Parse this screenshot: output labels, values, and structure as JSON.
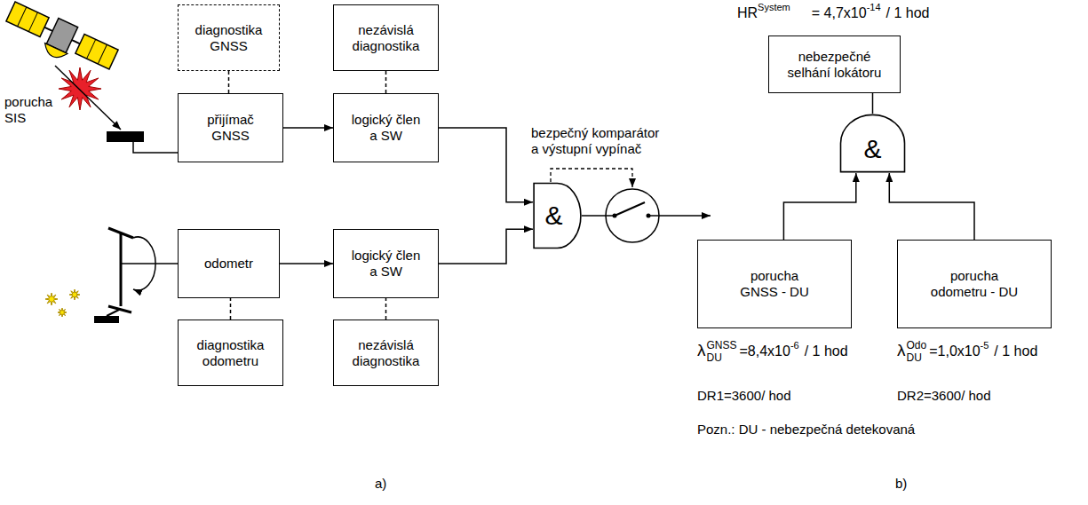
{
  "diagram": {
    "nodes": [
      {
        "text": [
          "diagnostika GNSS"
        ]
      },
      {
        "text": [
          "nezávislá diagnostika"
        ]
      },
      {
        "text": [
          "přijímač GNSS"
        ]
      },
      {
        "text": [
          "logický člen a SW"
        ]
      },
      {
        "text": [
          "odometr"
        ]
      },
      {
        "text": [
          "logický člen a SW"
        ]
      },
      {
        "text": [
          "diagnostika odometru"
        ]
      },
      {
        "text": [
          "nezávislá diagnostika"
        ]
      },
      {
        "text": [
          "&"
        ]
      },
      {
        "text": [
          "nebezpečné selhání lokátoru"
        ]
      },
      {
        "text": [
          "&"
        ]
      },
      {
        "text": [
          "porucha GNSS - DU"
        ]
      },
      {
        "text": [
          "porucha odometru - DU"
        ]
      }
    ],
    "edges": [
      {
        "from": 2,
        "to": 3,
        "arrow": "to"
      },
      {
        "from": 4,
        "to": 5,
        "arrow": "to"
      },
      {
        "from": 3,
        "to": 8,
        "arrow": "to"
      },
      {
        "from": 5,
        "to": 8,
        "arrow": "to"
      },
      {
        "from": 0,
        "to": 2,
        "arrow": "none"
      },
      {
        "from": 1,
        "to": 3,
        "arrow": "none"
      },
      {
        "from": 6,
        "to": 4,
        "arrow": "none"
      },
      {
        "from": 7,
        "to": 5,
        "arrow": "none"
      },
      {
        "from": 10,
        "to": 9,
        "arrow": "none"
      },
      {
        "from": 11,
        "to": 10,
        "arrow": "to"
      },
      {
        "from": 12,
        "to": 10,
        "arrow": "to"
      }
    ],
    "labels": [
      "porucha SIS",
      "bezpečný komparátor a výstupní vypínač",
      "a)",
      "HR",
      "System",
      "= 4,7x10",
      "-14",
      "/ 1 hod",
      "λ",
      "GNSS",
      "DU",
      "=8,4x10",
      "-6",
      "/ 1 hod",
      "λ",
      "Odo",
      "DU",
      "=1,0x10",
      "-5",
      "/ 1 hod",
      "DR1=3600/ hod",
      "DR2=3600/ hod",
      "Pozn.: DU - nebezpečná detekovaná",
      "b)"
    ]
  }
}
